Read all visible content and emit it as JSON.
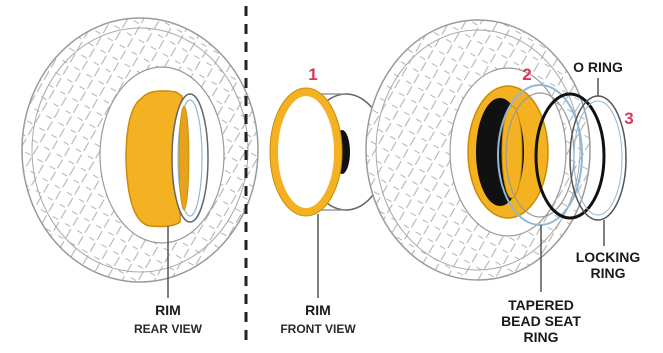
{
  "labels": {
    "rim_rear": "RIM",
    "rear_view": "REAR VIEW",
    "rim_front": "RIM",
    "front_view": "FRONT VIEW",
    "tapered_line1": "TAPERED",
    "tapered_line2": "BEAD SEAT",
    "tapered_line3": "RING",
    "o_ring": "O RING",
    "locking_line1": "LOCKING",
    "locking_line2": "RING"
  },
  "numbers": {
    "n1": "1",
    "n2": "2",
    "n3": "3"
  },
  "colors": {
    "rim_fill": "#f4b223",
    "rim_stroke": "#c98b08",
    "tire_outline": "#9a9a9a",
    "number_red": "#d23a5a",
    "divider": "#222222",
    "bead_ring": "#8fb8d8",
    "o_ring": "#111111"
  },
  "icons": [
    "tire-tread-icon",
    "rim-icon",
    "o-ring-icon",
    "locking-ring-icon"
  ]
}
